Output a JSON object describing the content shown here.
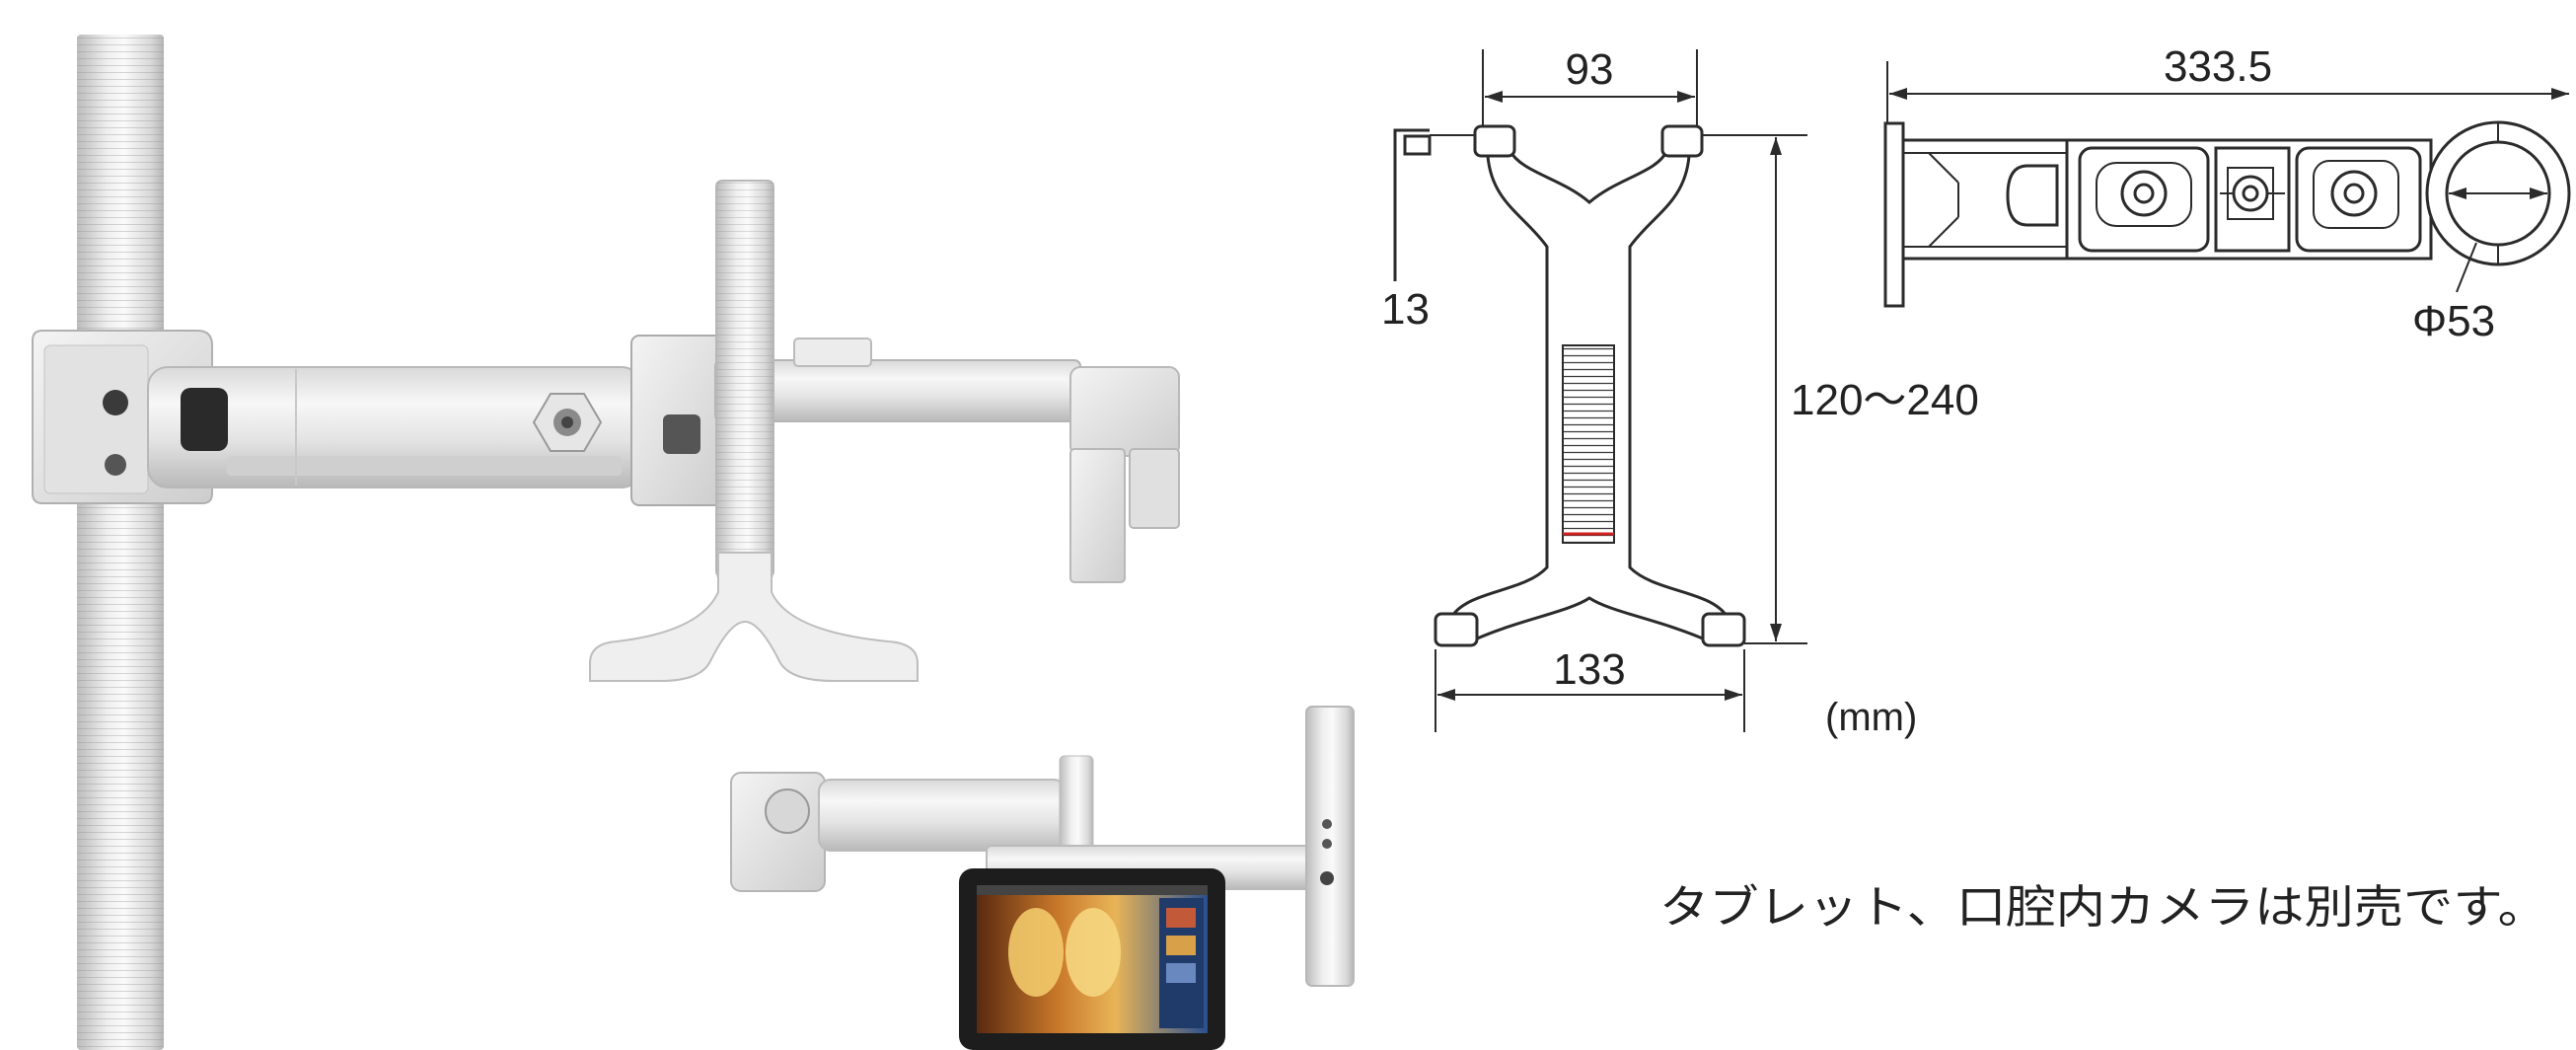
{
  "front_view": {
    "width_top": "93",
    "grip_depth": "13",
    "height_range": "120～240",
    "width_bottom": "133",
    "unit": "(mm)"
  },
  "top_view": {
    "overall_length": "333.5",
    "pole_diameter": "Φ53"
  },
  "note": "タブレット、口腔内カメラは別売です。",
  "colors": {
    "background": "#ffffff",
    "drawing_line": "#2b2b2b",
    "rib_marker": "#d02020",
    "product_body": "#ececec"
  }
}
